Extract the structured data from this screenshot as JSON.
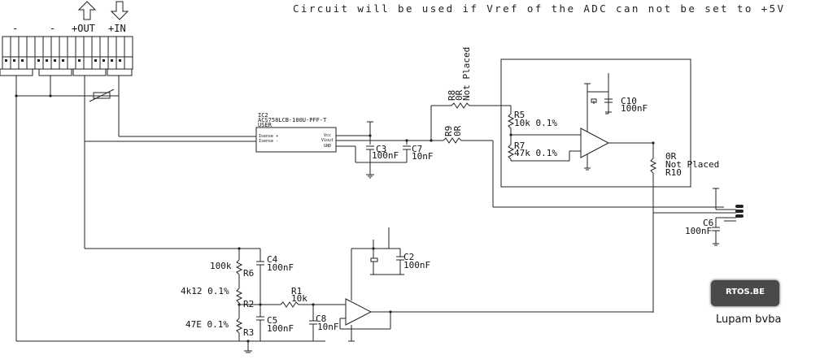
{
  "header_note": "Circuit will be used if Vref of the ADC can not be set to +5V",
  "connector": {
    "labels": [
      "-",
      "-",
      "+OUT",
      "+IN"
    ],
    "arrows": [
      "up-arrow-icon",
      "down-arrow-icon"
    ]
  },
  "ic2": {
    "ref": "IC2",
    "part": "ACS758LCB-100U-PFF-T",
    "user": "USER",
    "pins": [
      "Isense +",
      "Isense -",
      "Vcc",
      "Viout",
      "GND"
    ]
  },
  "components": {
    "r8": {
      "ref": "R8",
      "value": "0R",
      "note": "Not Placed"
    },
    "r9": {
      "ref": "R9",
      "value": "0R"
    },
    "r5": {
      "ref": "R5",
      "value": "10k 0.1%"
    },
    "r7": {
      "ref": "R7",
      "value": "47k 0.1%"
    },
    "c10": {
      "ref": "C10",
      "value": "100nF"
    },
    "c3": {
      "ref": "C3",
      "value": "100nF"
    },
    "c7": {
      "ref": "C7",
      "value": "10nF"
    },
    "r10": {
      "ref": "R10",
      "value": "0R",
      "note": "Not Placed"
    },
    "c6": {
      "ref": "C6",
      "value": "100nF"
    },
    "c4": {
      "ref": "C4",
      "value": "100nF"
    },
    "r6": {
      "ref": "R6",
      "value": "100k"
    },
    "r2": {
      "ref": "R2",
      "value": "4k12 0.1%"
    },
    "r3": {
      "ref": "R3",
      "value": "47E 0.1%"
    },
    "c5": {
      "ref": "C5",
      "value": "100nF"
    },
    "r1": {
      "ref": "R1",
      "value": "10k"
    },
    "c8": {
      "ref": "C8",
      "value": "10nF"
    },
    "c2": {
      "ref": "C2",
      "value": "100nF"
    }
  },
  "logo": {
    "text": "RTOS.BE"
  },
  "company": "Lupam bvba"
}
